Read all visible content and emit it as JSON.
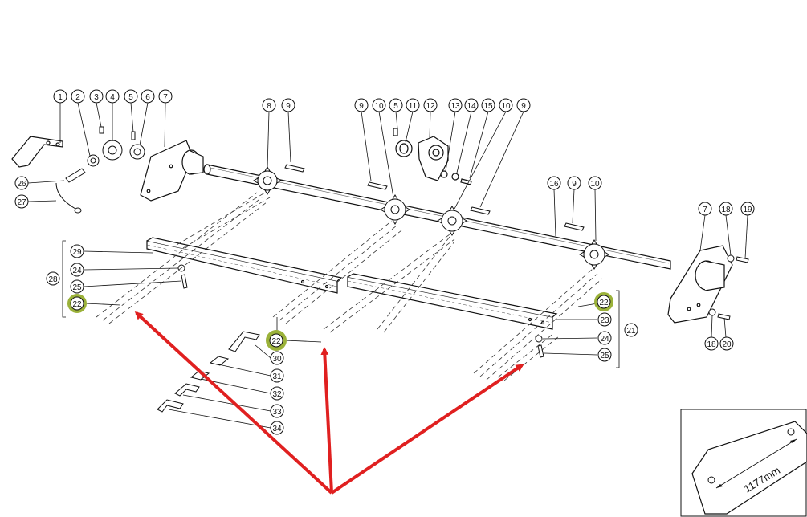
{
  "callouts": {
    "c1": "1",
    "c2": "2",
    "c3": "3",
    "c4": "4",
    "c5": "5",
    "c6": "6",
    "c7": "7",
    "c8": "8",
    "c9a": "9",
    "c9b": "9",
    "c5b": "5",
    "c11": "11",
    "c12": "12",
    "c13": "13",
    "c14": "14",
    "c15": "15",
    "c10a": "10",
    "c9c": "9",
    "c10b": "10",
    "c16": "16",
    "c9d": "9",
    "c10c": "10",
    "c26": "26",
    "c27": "27",
    "c7b": "7",
    "c18a": "18",
    "c19": "19",
    "c18b": "18",
    "c20": "20",
    "c29": "29",
    "c24a": "24",
    "c28": "28",
    "c25a": "25",
    "c22a": "22",
    "c22b": "22",
    "c30": "30",
    "c31": "31",
    "c32": "32",
    "c33": "33",
    "c34": "34",
    "c22c": "22",
    "c23": "23",
    "c21": "21",
    "c24b": "24",
    "c25b": "25"
  },
  "inset": {
    "dimension": "1177mm"
  },
  "colors": {
    "highlight": "#9bb23a",
    "arrow": "#e02020",
    "ink": "#111111"
  }
}
